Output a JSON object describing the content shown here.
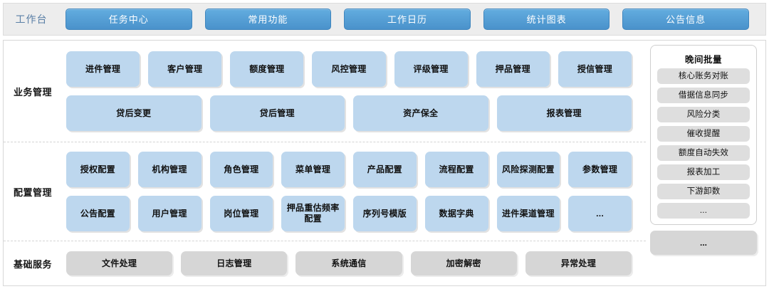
{
  "topbar": {
    "label": "工作台",
    "tabs": [
      {
        "label": "任务中心"
      },
      {
        "label": "常用功能"
      },
      {
        "label": "工作日历"
      },
      {
        "label": "统计图表"
      },
      {
        "label": "公告信息"
      }
    ]
  },
  "sections": {
    "business": {
      "label": "业务管理",
      "row1": [
        "进件管理",
        "客户管理",
        "额度管理",
        "风控管理",
        "评级管理",
        "押品管理",
        "授信管理"
      ],
      "row2": [
        "贷后变更",
        "贷后管理",
        "资产保全",
        "报表管理"
      ]
    },
    "config": {
      "label": "配置管理",
      "row1": [
        "授权配置",
        "机构管理",
        "角色管理",
        "菜单管理",
        "产品配置",
        "流程配置",
        "风险探测配置",
        "参数管理"
      ],
      "row2": [
        "公告配置",
        "用户管理",
        "岗位管理",
        "押品重估频率配置",
        "序列号模版",
        "数据字典",
        "进件渠道管理",
        "..."
      ]
    },
    "base": {
      "label": "基础服务",
      "row1": [
        "文件处理",
        "日志管理",
        "系统通信",
        "加密解密",
        "异常处理"
      ]
    }
  },
  "sidebar": {
    "title": "晚间批量",
    "items": [
      "核心账务对账",
      "借据信息同步",
      "风险分类",
      "催收提醒",
      "额度自动失效",
      "报表加工",
      "下游卸数",
      "..."
    ],
    "footer": "..."
  },
  "colors": {
    "tab_blue": "#4a92cb",
    "tile_blue": "#bdd7ee",
    "tile_gray": "#d6d6d6",
    "topbar_bg": "#ededed"
  }
}
